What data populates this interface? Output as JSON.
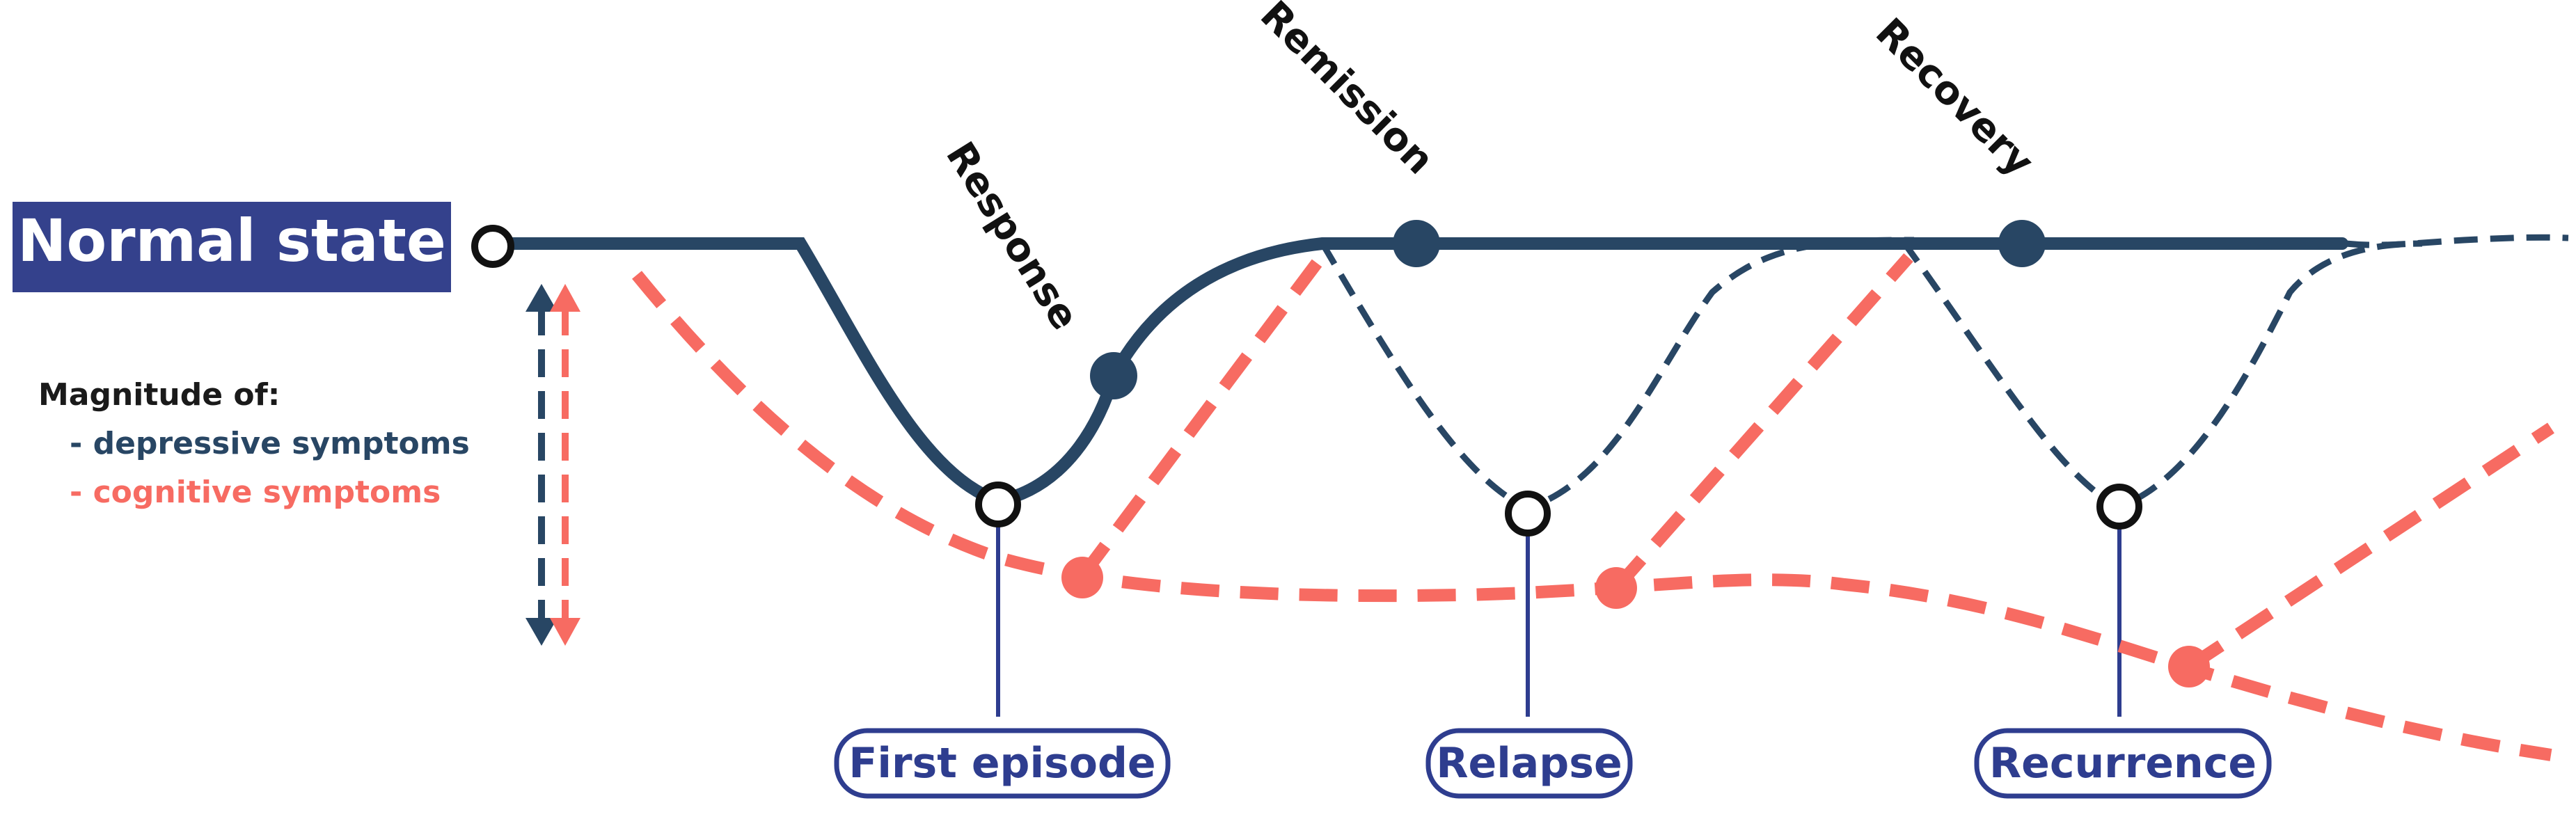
{
  "title": "Normal state",
  "legend": {
    "heading": "Magnitude of:",
    "depressive": "- depressive symptoms",
    "cognitive": "- cognitive symptoms"
  },
  "milestones": {
    "response": "Response",
    "remission": "Remission",
    "recovery": "Recovery"
  },
  "events": {
    "first_episode": "First episode",
    "relapse": "Relapse",
    "recurrence": "Recurrence"
  },
  "colors": {
    "depressive": "#284664",
    "cognitive": "#f76b62",
    "event_box": "#2e3d8f",
    "title_bg": "#34418c",
    "text": "#1a1a1a"
  }
}
